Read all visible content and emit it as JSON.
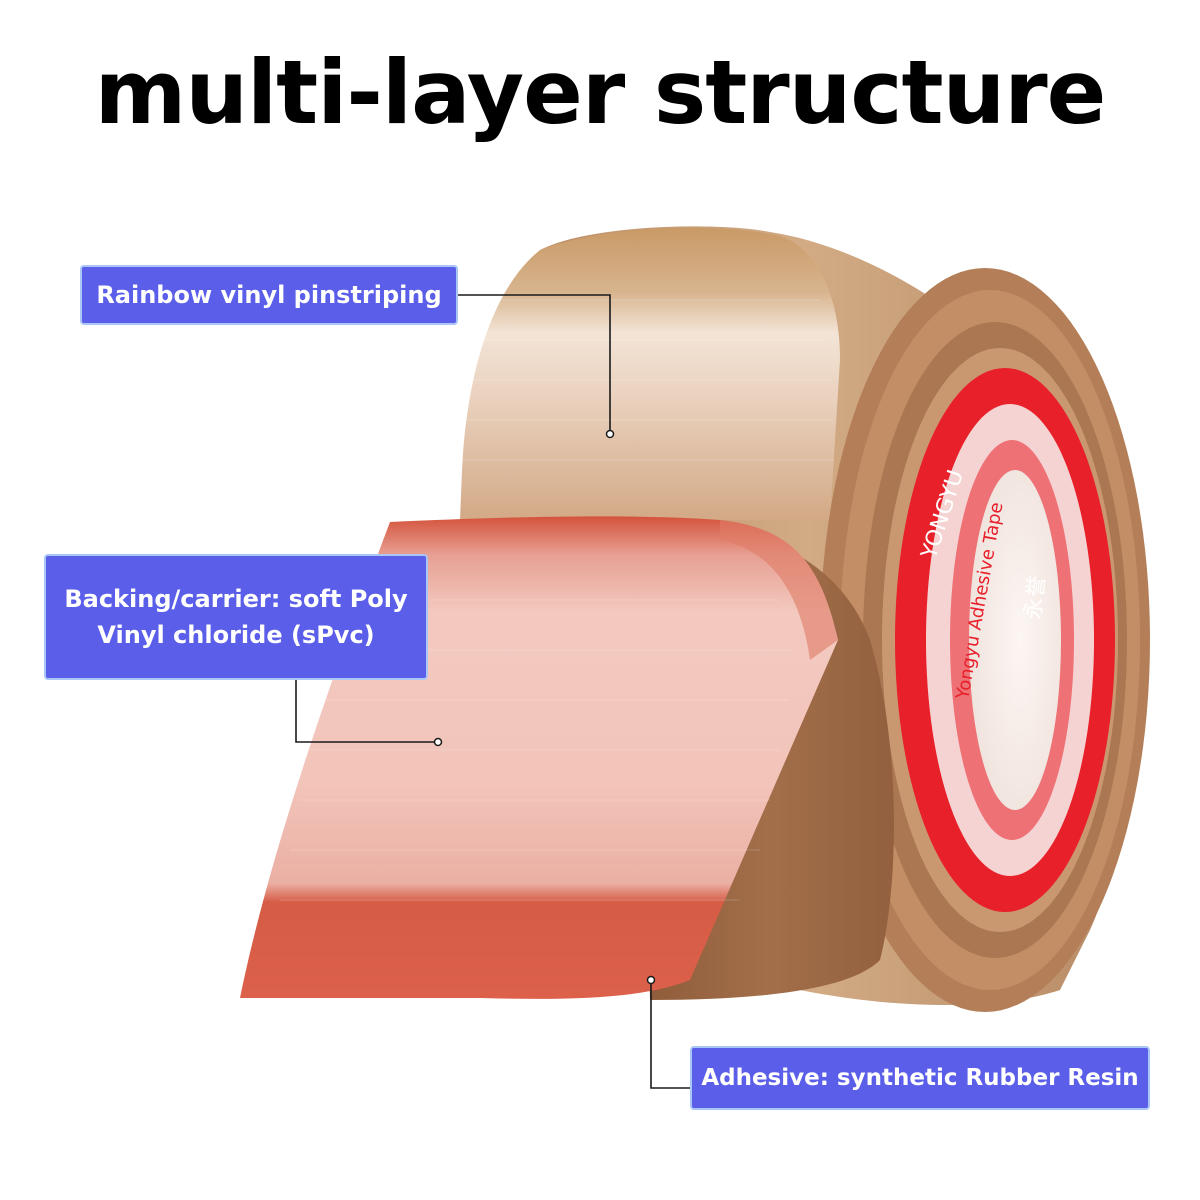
{
  "headline": "multi-layer structure",
  "labels": {
    "top": "Rainbow vinyl pinstriping",
    "middle_line1": "Backing/carrier: soft Poly",
    "middle_line2": "Vinyl chloride (sPvc)",
    "bottom": "Adhesive: synthetic Rubber Resin"
  },
  "core_print": {
    "brand_latin": "YONGYU",
    "brand_cjk": "永誉",
    "tagline": "Yongyu Adhesive Tape"
  },
  "colors": {
    "label_fill": "#5a5ee9",
    "label_border": "#a9c6f5",
    "tape_tan": "#c9a27a",
    "tape_brown": "#9b6a45",
    "tape_red": "#d95a43",
    "tape_pink": "#f0c0b6",
    "core_red": "#e8202a"
  }
}
